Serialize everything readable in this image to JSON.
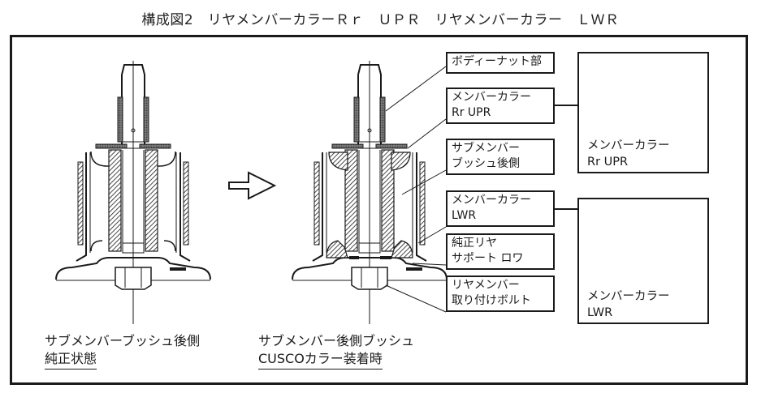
{
  "title": "構成図2　リヤメンバーカラーＲｒ　ＵＰＲ　リヤメンバーカラー　ＬＷＲ",
  "callouts": [
    {
      "lines": [
        "ボディーナット部"
      ]
    },
    {
      "lines": [
        "メンバーカラー",
        "Rr  UPR"
      ]
    },
    {
      "lines": [
        "サブメンバー",
        "ブッシュ後側"
      ]
    },
    {
      "lines": [
        "メンバーカラー",
        "LWR"
      ]
    },
    {
      "lines": [
        "純正リヤ",
        "サポート  ロワ"
      ]
    },
    {
      "lines": [
        "リヤメンバー",
        "取り付けボルト"
      ]
    }
  ],
  "parts": [
    {
      "name": "メンバーカラー",
      "sub": "Rr  UPR"
    },
    {
      "name": "メンバーカラー",
      "sub": "LWR"
    }
  ],
  "captions": {
    "before": {
      "line1": "サブメンバーブッシュ後側",
      "line2": "純正状態"
    },
    "after": {
      "line1": "サブメンバー後側ブッシュ",
      "line2": "CUSCOカラー装着時"
    }
  },
  "arrow": {
    "direction": "right"
  },
  "colors": {
    "line": "#1a1a1a",
    "fill_dark": "#555555",
    "background": "#ffffff"
  }
}
